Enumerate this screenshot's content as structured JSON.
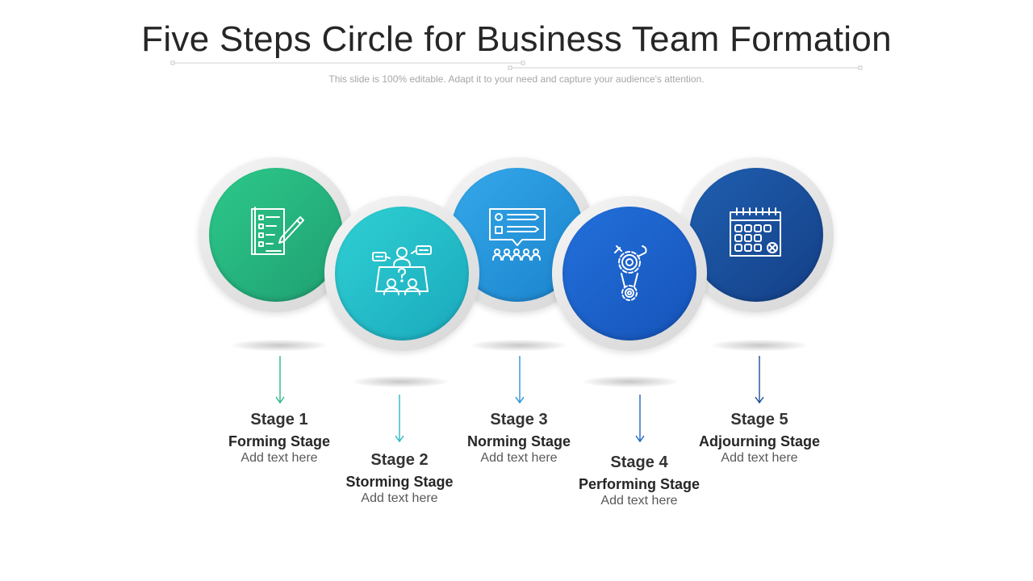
{
  "header": {
    "title": "Five Steps Circle for Business Team Formation",
    "subtitle": "This slide is 100% editable. Adapt it to your need and capture your audience's attention."
  },
  "stages": [
    {
      "number_label": "Stage 1",
      "name": "Forming Stage",
      "description": "Add text here",
      "icon": "checklist-pen-icon",
      "color_start": "#2dc98a",
      "color_end": "#1f9f72",
      "arrow_color": "#2bb58a"
    },
    {
      "number_label": "Stage 2",
      "name": "Storming Stage",
      "description": "Add text here",
      "icon": "meeting-question-icon",
      "color_start": "#2fd0d3",
      "color_end": "#1aa9bd",
      "arrow_color": "#2bb7c6"
    },
    {
      "number_label": "Stage 3",
      "name": "Norming Stage",
      "description": "Add text here",
      "icon": "presentation-audience-icon",
      "color_start": "#35a9ea",
      "color_end": "#1a82cc",
      "arrow_color": "#2a93d6"
    },
    {
      "number_label": "Stage 4",
      "name": "Performing Stage",
      "description": "Add text here",
      "icon": "gears-wrench-icon",
      "color_start": "#2370dc",
      "color_end": "#1553b8",
      "arrow_color": "#1f63c6"
    },
    {
      "number_label": "Stage 5",
      "name": "Adjourning Stage",
      "description": "Add text here",
      "icon": "calendar-cancel-icon",
      "color_start": "#1f5fb0",
      "color_end": "#143f86",
      "arrow_color": "#1a4d99"
    }
  ]
}
